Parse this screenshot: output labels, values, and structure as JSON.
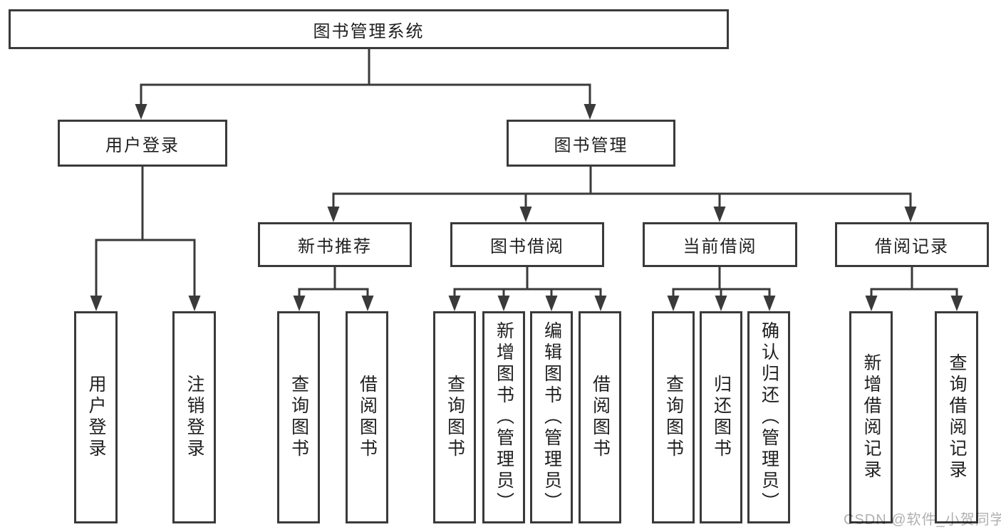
{
  "diagram": {
    "title": "图书管理系统",
    "colors": {
      "line": "#3a3a3a",
      "border": "#3a3a3a",
      "text": "#1f1f1f",
      "background": "#ffffff",
      "watermark": "#b0b0b0"
    },
    "nodes": {
      "root": {
        "label": "图书管理系统"
      },
      "level2": [
        {
          "label": "用户登录",
          "parent": "图书管理系统"
        },
        {
          "label": "图书管理",
          "parent": "图书管理系统"
        }
      ],
      "level3": [
        {
          "label": "新书推荐",
          "parent": "图书管理"
        },
        {
          "label": "图书借阅",
          "parent": "图书管理"
        },
        {
          "label": "当前借阅",
          "parent": "图书管理"
        },
        {
          "label": "借阅记录",
          "parent": "图书管理"
        }
      ],
      "level4": [
        {
          "label": "用户登录",
          "parent": "用户登录"
        },
        {
          "label": "注销登录",
          "parent": "用户登录"
        },
        {
          "label": "查询图书",
          "parent": "新书推荐"
        },
        {
          "label": "借阅图书",
          "parent": "新书推荐"
        },
        {
          "label": "查询图书",
          "parent": "图书借阅"
        },
        {
          "label": "新增图书（管理员）",
          "parent": "图书借阅"
        },
        {
          "label": "编辑图书（管理员）",
          "parent": "图书借阅"
        },
        {
          "label": "借阅图书",
          "parent": "图书借阅"
        },
        {
          "label": "查询图书",
          "parent": "当前借阅"
        },
        {
          "label": "归还图书",
          "parent": "当前借阅"
        },
        {
          "label": "确认归还（管理员）",
          "parent": "当前借阅"
        },
        {
          "label": "新增借阅记录",
          "parent": "借阅记录"
        },
        {
          "label": "查询借阅记录",
          "parent": "借阅记录"
        }
      ]
    },
    "watermark": {
      "text": "CSDN @软件_小贺同学"
    }
  }
}
